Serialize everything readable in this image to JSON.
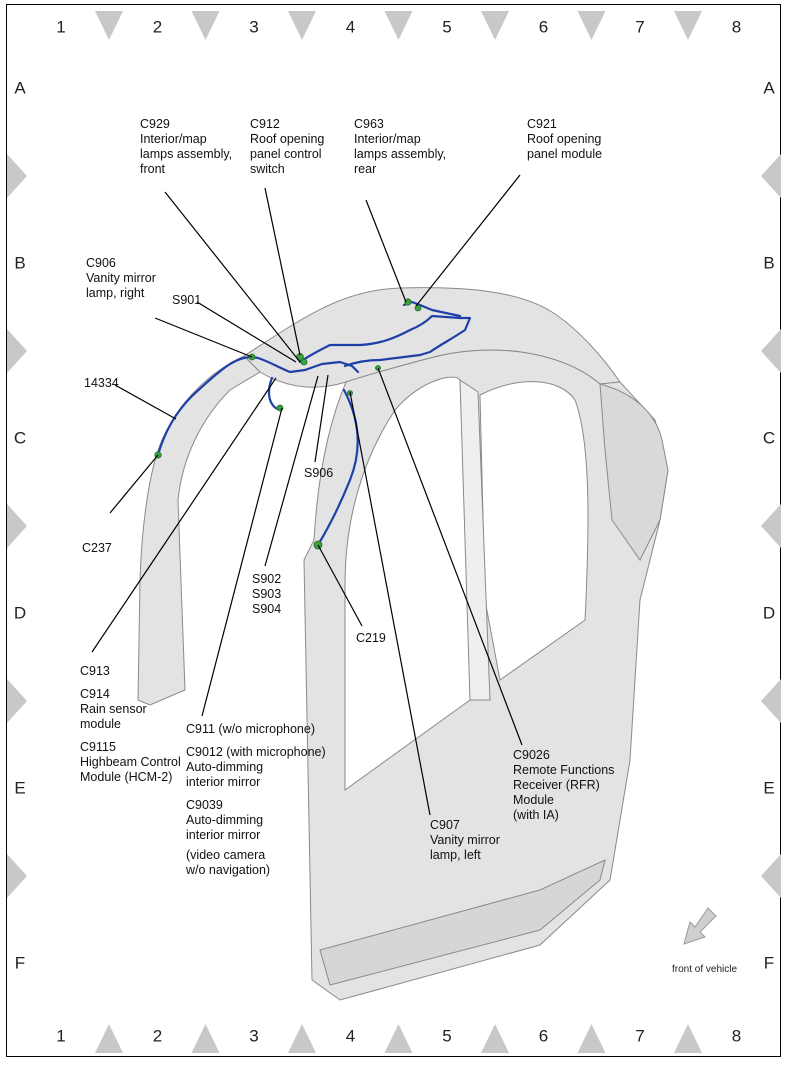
{
  "grid": {
    "columns": [
      "1",
      "2",
      "3",
      "4",
      "5",
      "6",
      "7",
      "8"
    ],
    "rows": [
      "A",
      "B",
      "C",
      "D",
      "E",
      "F"
    ]
  },
  "callouts": {
    "c929": [
      "C929",
      "Interior/map",
      "lamps assembly,",
      "front"
    ],
    "c912": [
      "C912",
      "Roof opening",
      "panel control",
      "switch"
    ],
    "c963": [
      "C963",
      "Interior/map",
      "lamps assembly,",
      "rear"
    ],
    "c921": [
      "C921",
      "Roof opening",
      "panel module"
    ],
    "c906": [
      "C906",
      "Vanity mirror",
      "lamp, right"
    ],
    "s901": "S901",
    "harness": "14334",
    "c237": "C237",
    "s906": "S906",
    "s902_904": [
      "S902",
      "S903",
      "S904"
    ],
    "c219": "C219",
    "c913_group": {
      "c913": "C913",
      "c914": [
        "C914",
        "Rain sensor",
        "module"
      ],
      "c9115": [
        "C9115",
        "Highbeam Control",
        "Module (HCM-2)"
      ]
    },
    "c911_group": {
      "c911": "C911  (w/o microphone)",
      "c9012": [
        "C9012  (with microphone)",
        "Auto-dimming",
        "interior mirror"
      ],
      "c9039": [
        "C9039",
        "Auto-dimming",
        "interior mirror"
      ],
      "c9039_note": [
        "(video camera",
        "w/o navigation)"
      ]
    },
    "c907": [
      "C907",
      "Vanity mirror",
      "lamp, left"
    ],
    "c9026": [
      "C9026",
      "Remote Functions",
      "Receiver (RFR)",
      "Module",
      "(with IA)"
    ]
  },
  "orientation": {
    "label": "front of vehicle",
    "icon": "front-arrow-icon"
  },
  "colors": {
    "harness": "#1f3fa8",
    "connector": "#3aa040",
    "body": "#e3e3e3",
    "marker": "#c8c8c8"
  }
}
